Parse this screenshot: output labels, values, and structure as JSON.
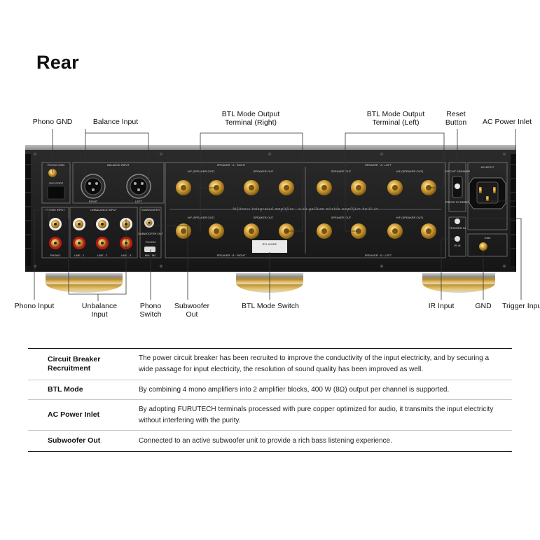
{
  "title": "Rear",
  "callouts": {
    "phono_gnd": "Phono GND",
    "balance_input": "Balance Input",
    "btl_right": [
      "BTL Mode Output",
      "Terminal (Right)"
    ],
    "btl_left": [
      "BTL Mode Output",
      "Terminal (Left)"
    ],
    "reset_button": [
      "Reset",
      "Button"
    ],
    "ac_power_inlet": "AC Power Inlet",
    "phono_input": "Phono Input",
    "unbalance_input": [
      "Unbalance",
      "Input"
    ],
    "phono_switch": [
      "Phono",
      "Switch"
    ],
    "subwoofer_out": [
      "Subwoofer",
      "Out"
    ],
    "btl_mode_switch": "BTL Mode Switch",
    "ir_input": "IR Input",
    "gnd": "GND",
    "trigger_input": "Trigger Input"
  },
  "panel": {
    "phono_gnd": "PHONO GND",
    "svc_port": "SVC PORT",
    "balance_input": "BALANCE INPUT",
    "right": "RIGHT",
    "left": "LEFT",
    "speaker_a_right": "SPEAKER · A · RIGHT",
    "speaker_a_left": "SPEAKER · A · LEFT",
    "speaker_b_right": "SPEAKER · B · RIGHT",
    "speaker_b_left": "SPEAKER · B · LEFT",
    "hf_speaker_out": "H/F (SPEAKER OUT)",
    "speaker_out": "SPEAKER OUT",
    "phono_input": "PHONO INPUT",
    "unbalance_input": "UNBALANCE INPUT",
    "subwoofer": "SUBWOOFER",
    "subwoofer_out": "SUBWOOFER OUT",
    "phono": "PHONO",
    "mm_mc": "MM  ·  MC",
    "line1": "LINE - 1",
    "line2": "LINE - 2",
    "line3": "LINE - 3",
    "phono_lbl": "PHONO",
    "ac_input": "AC INPUT",
    "circuit_breaker": "CIRCUIT BREAKER",
    "press_to_reset": "PRESS TO RESET",
    "trigger_in": "TRIGGER IN",
    "ir_in": "IR IN",
    "gnd": "GND",
    "btl_mode": "BTL MODE",
    "script": "hifitness integrated amplifier · with gallium nitride amplifier built-in"
  },
  "table": [
    {
      "term": "Circuit Breaker Recruitment",
      "desc": "The power circuit breaker has been recruited to improve the conductivity of the input electricity, and by securing a wide passage for input electricity, the resolution of sound quality has been improved as well."
    },
    {
      "term": "BTL Mode",
      "desc": "By combining 4 mono amplifiers into 2 amplifier blocks, 400 W (8Ω) output per channel is supported."
    },
    {
      "term": "AC Power Inlet",
      "desc": "By adopting FURUTECH terminals processed with pure copper optimized for audio, it transmits the input electricity without interfering with the purity."
    },
    {
      "term": "Subwoofer Out",
      "desc": "Connected to an active subwoofer unit to provide a rich bass listening experience."
    }
  ]
}
